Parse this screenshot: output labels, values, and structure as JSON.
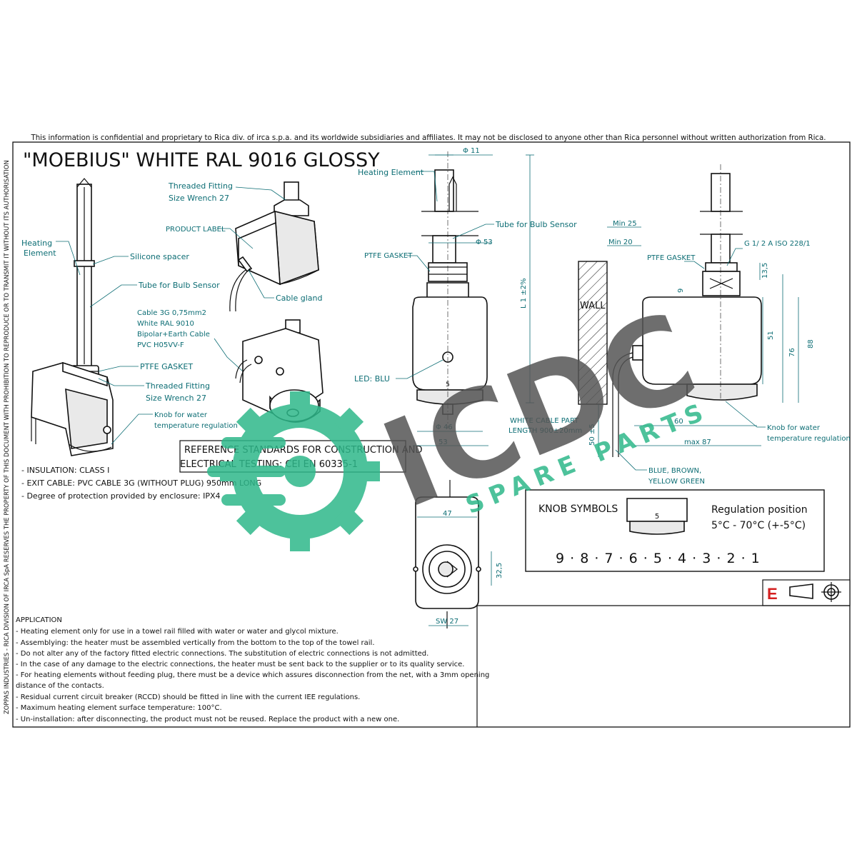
{
  "header": {
    "confidential": "This information is confidential and proprietary to Rica div. of irca s.p.a. and its worldwide subsidiaries and affiliates. It may not be disclosed to anyone other than Rica personnel without written authorization from Rica.",
    "side_text": "ZOPPAS INDUSTRIES - RICA DIVISION OF IRCA SpA RESERVES THE PROPERTY OF THIS DOCUMENT WITH PROHIBITION TO REPRODUCE OR TO TRANSMIT IT WITHOUT ITS AUTHORISATION"
  },
  "title": "\"MOEBIUS\" WHITE RAL 9016 GLOSSY",
  "left_labels": {
    "heating_element_1": "Heating",
    "heating_element_2": "Element",
    "silicone_spacer": "Silicone spacer",
    "tube_bulb": "Tube for Bulb Sensor",
    "cable_1": "Cable 3G 0,75mm2",
    "cable_2": "White RAL 9010",
    "cable_3": "Bipolar+Earth Cable",
    "cable_4": "PVC     H05VV-F",
    "ptfe": "PTFE GASKET",
    "threaded_a1": "Threaded Fitting",
    "threaded_a2": "Size Wrench 27",
    "threaded_b1": "Threaded Fitting",
    "threaded_b2": "Size Wrench 27",
    "product_label": "PRODUCT LABEL",
    "cable_gland": "Cable gland",
    "knob_1": "Knob for water",
    "knob_2": "temperature regulation"
  },
  "front_view": {
    "heating_element": "Heating Element",
    "dia_11": "Φ 11",
    "tube_bulb": "Tube for Bulb Sensor",
    "dia_53": "Φ 53",
    "ptfe": "PTFE GASKET",
    "l1": "L 1 ±2%",
    "led": "LED: BLU",
    "dia_46": "Φ 46",
    "dim_53": "53",
    "white_cable_1": "WHITE CABLE PART",
    "white_cable_2": "LENGTH  900±20mm"
  },
  "side_view": {
    "min25": "Min 25",
    "min20": "Min 20",
    "thread": "G 1/  2  A   ISO 228/1",
    "ptfe": "PTFE GASKET",
    "wall": "WALL",
    "d135": "13,5",
    "d9": "9",
    "d51": "51",
    "d76": "76",
    "d88": "88",
    "d60": "60",
    "max87": "max 87",
    "d50": "50 ±5",
    "knob_1": "Knob for water",
    "knob_2": "temperature regulation",
    "wires_1": "BLUE,  BROWN,",
    "wires_2": "YELLOW GREEN"
  },
  "standards": {
    "line1": "REFERENCE STANDARDS FOR CONSTRUCTION AND",
    "line2": "ELECTRICAL TESTING:  CEI EN 60335-1"
  },
  "specs": [
    "- INSULATION: CLASS I",
    "- EXIT CABLE: PVC CABLE 3G (WITHOUT PLUG) 950mm LONG",
    "- Degree of protection provided by enclosure: IPX4"
  ],
  "bottom_view": {
    "d47": "47",
    "d325": "32,5",
    "sw27": "SW 27"
  },
  "knob_box": {
    "title": "KNOB SYMBOLS",
    "reg1": "Regulation position",
    "reg2": "5°C - 70°C (+-5°C)",
    "knob_digit": "5",
    "scale": "9 · 8 · 7 · 6 · 5 · 4 · 3 · 2 · 1"
  },
  "proj_symbol": {
    "letter": "E",
    "color": "#d42020"
  },
  "application": {
    "heading": "APPLICATION",
    "lines": [
      "- Heating element only for use in a towel rail filled with water or water and glycol mixture.",
      "- Assemblying: the heater must be assembled vertically from the bottom to the top of the towel rail.",
      "- Do not alter any of the factory fitted electric connections. The substitution of electric connections is not admitted.",
      "- In the case of any damage to the electric connections, the heater must be sent back to the supplier or to its quality service.",
      "- For heating elements without feeding plug, there must be a device which assures disconnection from the net, with a 3mm opening",
      "distance of the contacts.",
      "- Residual current circuit breaker (RCCD) should be fitted in line with the current IEE regulations.",
      "- Maximum heating element surface temperature: 100°C.",
      "- Un-installation: after disconnecting, the product must not be reused. Replace the product with a new one."
    ]
  },
  "watermark": {
    "brand": "ICDC",
    "tag": "SPARE PARTS",
    "color": "#2eb88a"
  },
  "colors": {
    "label_teal": "#0c6d74",
    "line": "#111111"
  }
}
